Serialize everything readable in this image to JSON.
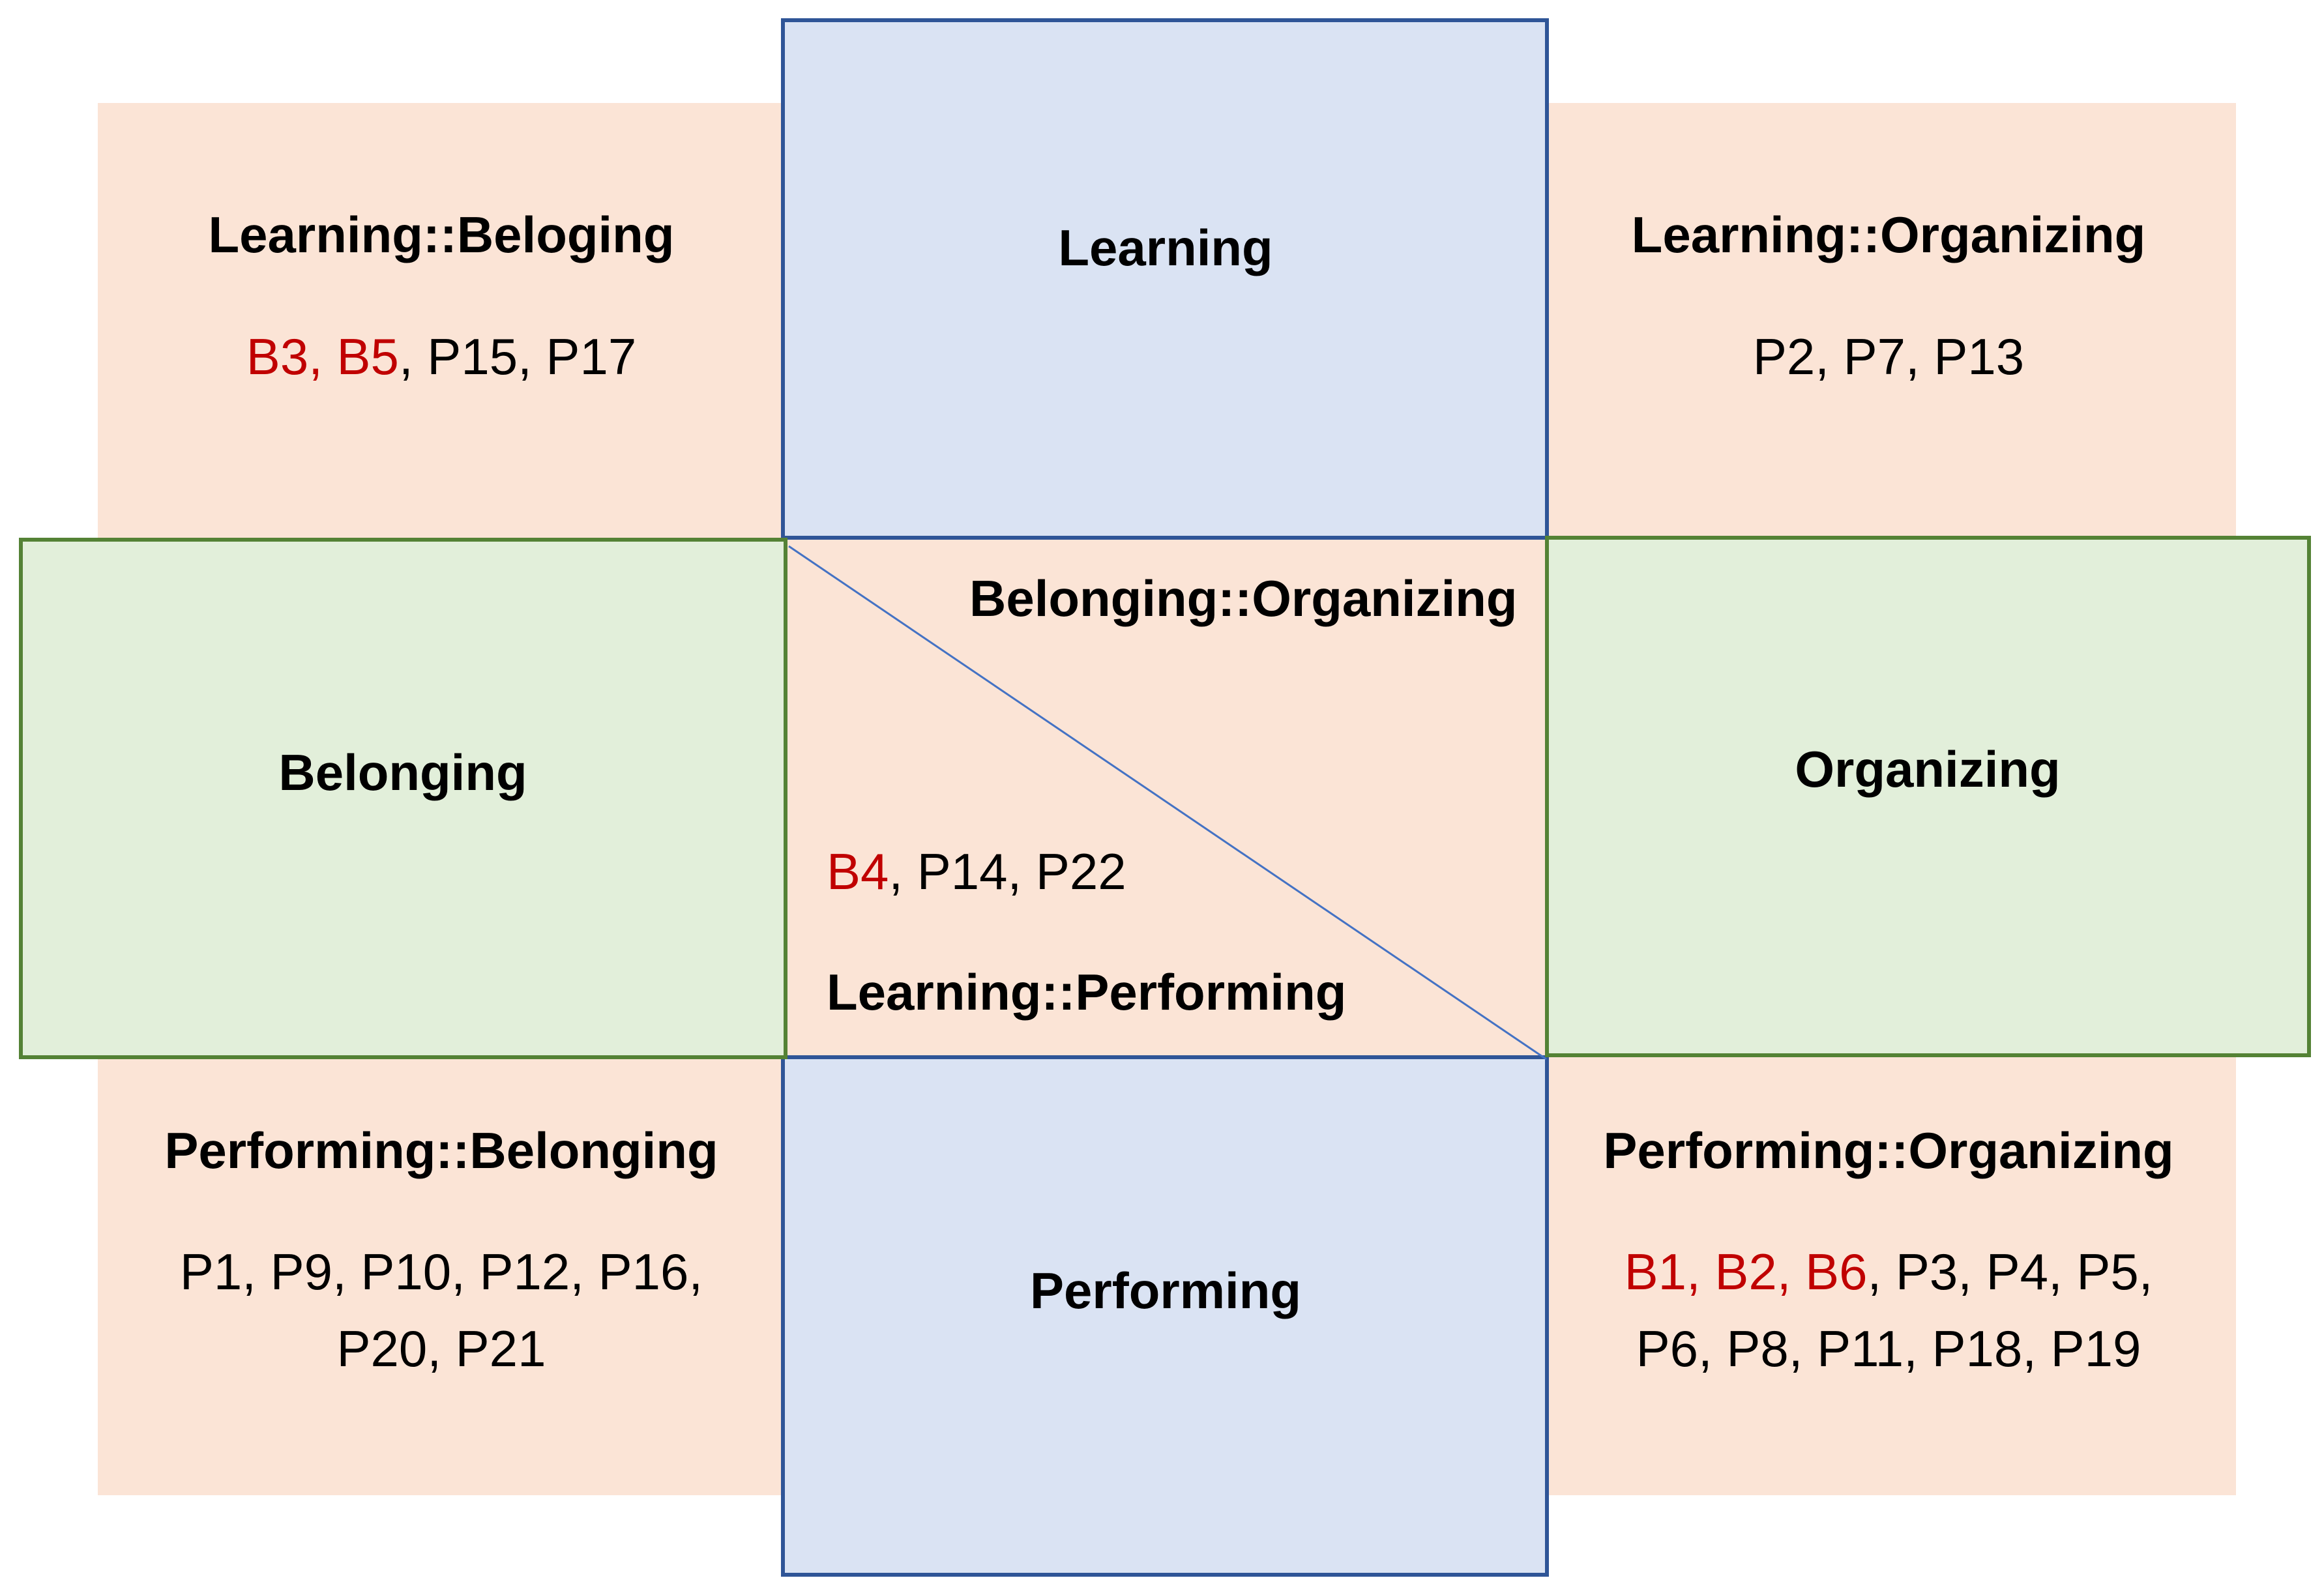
{
  "axes": {
    "top": "Learning",
    "bottom": "Performing",
    "left": "Belonging",
    "right": "Organizing"
  },
  "quadrants": {
    "top_left": {
      "title": "Learning::Beloging",
      "highlighted": "B3, B5",
      "items": ", P15, P17"
    },
    "top_right": {
      "title": "Learning::Organizing",
      "items": "P2, P7, P13"
    },
    "bottom_left": {
      "title": "Performing::Belonging",
      "items_line1": "P1, P9, P10, P12, P16,",
      "items_line2": "P20, P21"
    },
    "bottom_right": {
      "title": "Performing::Organizing",
      "highlighted": "B1, B2, B6",
      "items_line1": ", P3, P4, P5,",
      "items_line2": "P6, P8, P11, P18, P19"
    }
  },
  "center": {
    "upper_title": "Belonging::Organizing",
    "lower_title": "Learning::Performing",
    "highlighted": "B4",
    "items": ", P14, P22"
  },
  "colors": {
    "quadrant_fill": "#fbe4d6",
    "vertical_fill": "#dae3f3",
    "vertical_border": "#2f5597",
    "horizontal_fill": "#e2efda",
    "horizontal_border": "#548235",
    "highlight_text": "#c00000",
    "diagonal_line": "#4472c4"
  }
}
